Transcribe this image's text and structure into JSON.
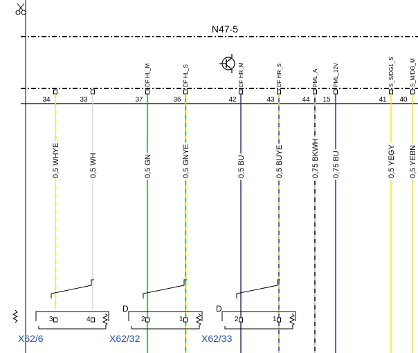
{
  "module": {
    "name": "N47-5"
  },
  "icons": {
    "cut": "scissors-icon",
    "transistor": "transistor-icon"
  },
  "colors": {
    "GN": "#00c000",
    "GN_stripe": "#e0e000",
    "BU": "#1a2fd6",
    "YE": "#f0f000",
    "WH": "#d8d8d8",
    "BK": "#000000",
    "label_blue": "#1a4fd6"
  },
  "wires": [
    {
      "pin": "34",
      "signal": "",
      "label": "0,5 WHYE"
    },
    {
      "pin": "33",
      "signal": "",
      "label": "0,5 WH"
    },
    {
      "pin": "37",
      "signal": "DF HL_M",
      "label": "0,5 GN"
    },
    {
      "pin": "36",
      "signal": "DF HL_S",
      "label": "0,5 GNYE"
    },
    {
      "pin": "42",
      "signal": "DF HR_M",
      "label": "0,5 BU"
    },
    {
      "pin": "43",
      "signal": "DF HR_S",
      "label": "0,5 BUYE"
    },
    {
      "pin": "44",
      "signal": "PML_A",
      "label": "0,75 BKWH"
    },
    {
      "pin": "15",
      "signal": "PML_12V",
      "label": "0,75 BU"
    },
    {
      "pin": "41",
      "signal": "S_S/DG1_S",
      "label": "0,5 YEGY"
    },
    {
      "pin": "40",
      "signal": "S_M/DG_M",
      "label": "0,5 YEBN"
    }
  ],
  "connectors": [
    {
      "name": "X62/6",
      "prefix": "",
      "pins": [
        "3",
        "4"
      ]
    },
    {
      "name": "X62/32",
      "prefix": "D",
      "pins": [
        "2",
        "1"
      ]
    },
    {
      "name": "X62/33",
      "prefix": "D",
      "pins": [
        "2",
        "1"
      ]
    }
  ]
}
